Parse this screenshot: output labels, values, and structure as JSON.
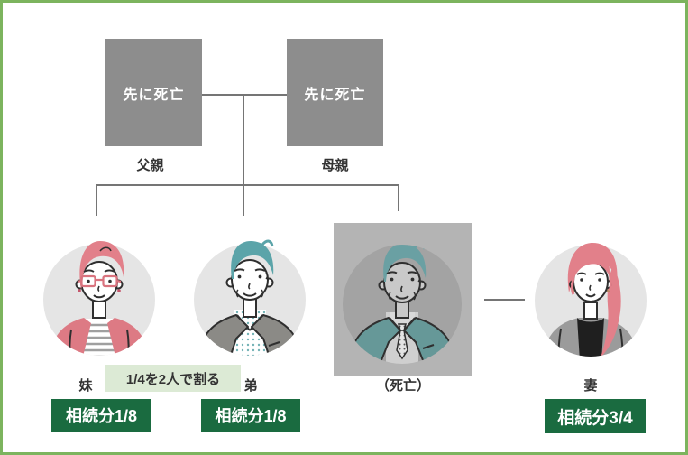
{
  "parents": {
    "father": {
      "status": "先に死亡",
      "label": "父親"
    },
    "mother": {
      "status": "先に死亡",
      "label": "母親"
    }
  },
  "heirs": {
    "sister": {
      "label": "妹",
      "share": "相続分1/8"
    },
    "brother": {
      "label": "弟",
      "share": "相続分1/8"
    },
    "deceased": {
      "label": "（死亡）"
    },
    "wife": {
      "label": "妻",
      "share": "相続分3/4"
    }
  },
  "note": {
    "text": "1/4を2人で割る"
  },
  "colors": {
    "frame_border": "#7cb45e",
    "parent_box_gray": "#8d8d8d",
    "line_gray": "#757575",
    "avatar_circle_gray": "#e5e5e5",
    "deceased_box_gray": "#b4b4b4",
    "badge_green": "#1a6b40",
    "note_green": "#dcead5",
    "pink": "#e2808a",
    "teal": "#5ba4a9"
  }
}
